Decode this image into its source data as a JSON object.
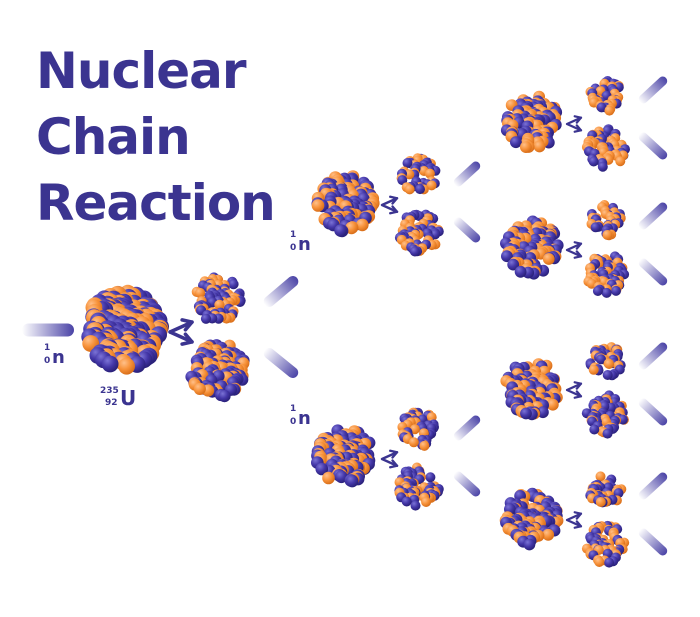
{
  "title": {
    "line1": "Nuclear",
    "line2": "Chain",
    "line3": "Reaction"
  },
  "labels": {
    "neutron": {
      "symbol": "n",
      "mass": "1",
      "atomic": "0"
    },
    "uranium": {
      "symbol": "U",
      "mass": "235",
      "atomic": "92"
    }
  },
  "colors": {
    "proton": "#f7923a",
    "neutron": "#4437a8",
    "text": "#3b3490",
    "beam": "#4a43a6"
  },
  "icons": {
    "nucleus": "nucleus-icon",
    "fragment": "fragment-icon",
    "neutron_beam": "neutron-beam-icon",
    "split_arrow": "split-arrow-icon"
  }
}
